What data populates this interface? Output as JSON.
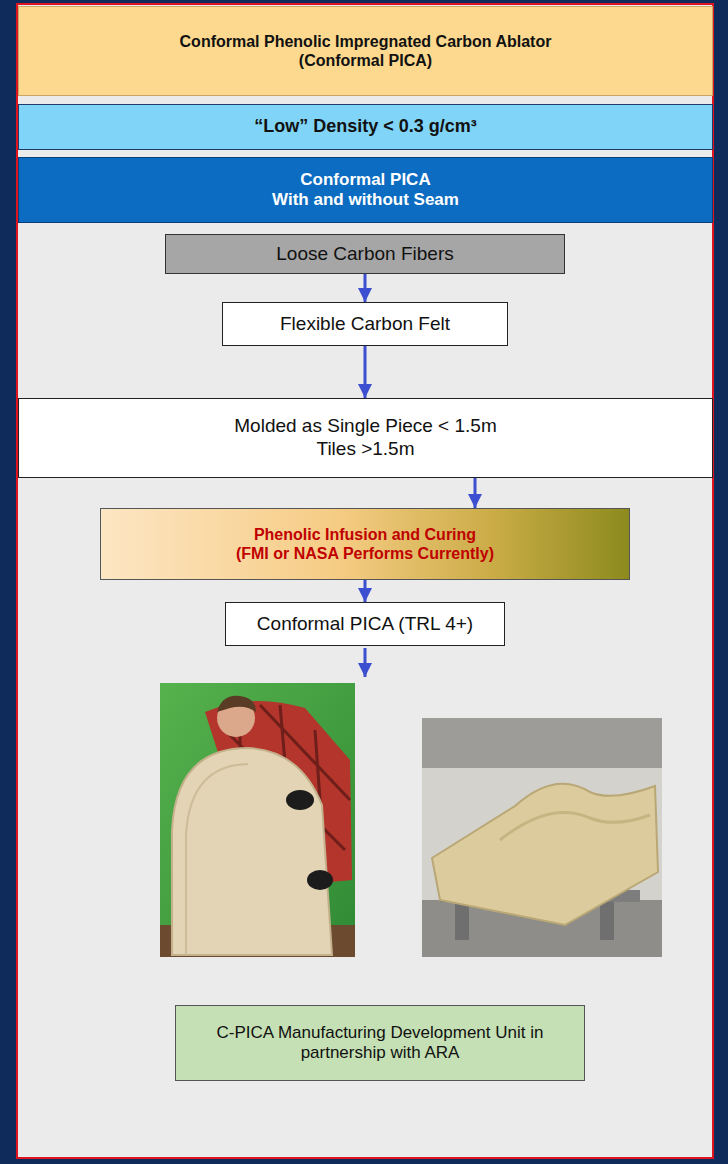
{
  "diagram": {
    "nodes": [
      {
        "text": [
          "Conformal Phenolic Impregnated Carbon Ablator (Conformal PICA)"
        ]
      },
      {
        "text": [
          "“Low” Density < 0.3 g/cm³"
        ]
      },
      {
        "text": [
          "Conformal PICA",
          "With and without Seam"
        ]
      },
      {
        "text": [
          "Loose Carbon Fibers"
        ]
      },
      {
        "text": [
          "Flexible Carbon Felt"
        ]
      },
      {
        "text": [
          "Molded as Single Piece < 1.5m",
          "Tiles >1.5m"
        ]
      },
      {
        "text": [
          "Phenolic Infusion and Curing",
          "(FMI or NASA Performs Currently)"
        ]
      },
      {
        "text": [
          "Conformal PICA (TRL 4+)"
        ]
      },
      {
        "text": [
          "C-PICA Manufacturing Development Unit in partnership with ARA"
        ]
      }
    ],
    "edges": [
      {
        "from": 3,
        "to": 4,
        "arrow": "to"
      },
      {
        "from": 4,
        "to": 5,
        "arrow": "to"
      },
      {
        "from": 5,
        "to": 6,
        "arrow": "to"
      },
      {
        "from": 6,
        "to": 7,
        "arrow": "to"
      }
    ]
  }
}
